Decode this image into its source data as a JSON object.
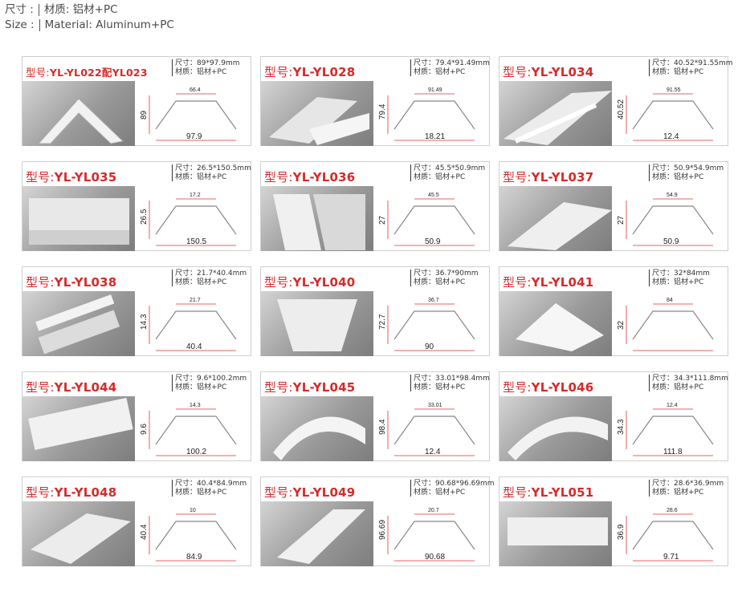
{
  "header": {
    "line1_key": "尺寸 :",
    "line1_val": "材质: 铝材+PC",
    "line2_key": "Size :",
    "line2_val": "Material: Aluminum+PC"
  },
  "products": [
    {
      "prefix": "型号:",
      "code": "YL-YL022配YL023",
      "size": "尺寸：89*97.9mm",
      "material": "材质：铝材+PC",
      "dims": [
        "89",
        "66.4",
        "97.9"
      ]
    },
    {
      "prefix": "型号:",
      "code": "YL-YL028",
      "size": "尺寸：79.4*91.49mm",
      "material": "材质：铝材+PC",
      "dims": [
        "79.4",
        "91.49",
        "18.21"
      ]
    },
    {
      "prefix": "型号:",
      "code": "YL-YL034",
      "size": "尺寸：40.52*91.55mm",
      "material": "材质：铝材+PC",
      "dims": [
        "40.52",
        "91.55",
        "12.4"
      ]
    },
    {
      "prefix": "型号:",
      "code": "YL-YL035",
      "size": "尺寸：26.5*150.5mm",
      "material": "材质：铝材+PC",
      "dims": [
        "26.5",
        "17.2",
        "150.5"
      ]
    },
    {
      "prefix": "型号:",
      "code": "YL-YL036",
      "size": "尺寸：45.5*50.9mm",
      "material": "材质：铝材+PC",
      "dims": [
        "27",
        "45.5",
        "50.9"
      ]
    },
    {
      "prefix": "型号:",
      "code": "YL-YL037",
      "size": "尺寸：50.9*54.9mm",
      "material": "材质：铝材+PC",
      "dims": [
        "27",
        "54.9",
        "50.9"
      ]
    },
    {
      "prefix": "型号:",
      "code": "YL-YL038",
      "size": "尺寸：21.7*40.4mm",
      "material": "材质：铝材+PC",
      "dims": [
        "14.3",
        "21.7",
        "40.4"
      ]
    },
    {
      "prefix": "型号:",
      "code": "YL-YL040",
      "size": "尺寸：36.7*90mm",
      "material": "材质：铝材+PC",
      "dims": [
        "72.7",
        "36.7",
        "90"
      ]
    },
    {
      "prefix": "型号:",
      "code": "YL-YL041",
      "size": "尺寸：32*84mm",
      "material": "材质：铝材+PC",
      "dims": [
        "32",
        "84",
        ""
      ]
    },
    {
      "prefix": "型号:",
      "code": "YL-YL044",
      "size": "尺寸：9.6*100.2mm",
      "material": "材质：铝材+PC",
      "dims": [
        "9.6",
        "14.3",
        "100.2"
      ]
    },
    {
      "prefix": "型号:",
      "code": "YL-YL045",
      "size": "尺寸：33.01*98.4mm",
      "material": "材质：铝材+PC",
      "dims": [
        "98.4",
        "33.01",
        "12.4"
      ]
    },
    {
      "prefix": "型号:",
      "code": "YL-YL046",
      "size": "尺寸：34.3*111.8mm",
      "material": "材质：铝材+PC",
      "dims": [
        "34.3",
        "12.4",
        "111.8"
      ]
    },
    {
      "prefix": "型号:",
      "code": "YL-YL048",
      "size": "尺寸：40.4*84.9mm",
      "material": "材质：铝材+PC",
      "dims": [
        "40.4",
        "10",
        "84.9"
      ]
    },
    {
      "prefix": "型号:",
      "code": "YL-YL049",
      "size": "尺寸：90.68*96.69mm",
      "material": "材质：铝材+PC",
      "dims": [
        "96.69",
        "20.7",
        "90.68"
      ]
    },
    {
      "prefix": "型号:",
      "code": "YL-YL051",
      "size": "尺寸：28.6*36.9mm",
      "material": "材质：铝材+PC",
      "dims": [
        "36.9",
        "28.6",
        "9.71"
      ]
    }
  ]
}
